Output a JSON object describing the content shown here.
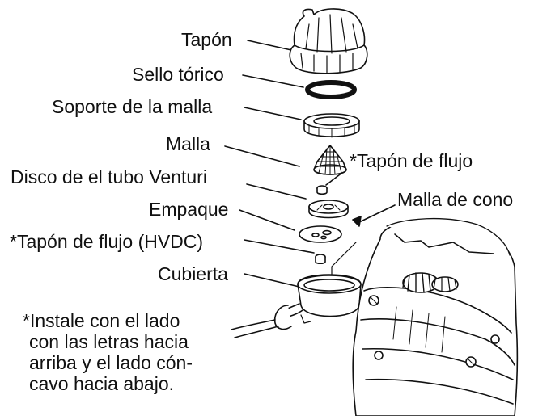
{
  "labels": {
    "tapon": "Tapón",
    "sello": "Sello tórico",
    "soporte": "Soporte de la malla",
    "malla": "Malla",
    "tapon_flujo": "*Tapón de flujo",
    "disco": "Disco de el tubo Venturi",
    "malla_cono": "Malla de cono",
    "empaque": "Empaque",
    "tapon_hvdc": "*Tapón de flujo (HVDC)",
    "cubierta": "Cubierta"
  },
  "note": {
    "line1": "*Instale con el lado",
    "line2": "con las letras hacia",
    "line3": "arriba y el lado cón-",
    "line4": "cavo hacia abajo."
  },
  "colors": {
    "ink": "#111111",
    "background": "#ffffff"
  }
}
